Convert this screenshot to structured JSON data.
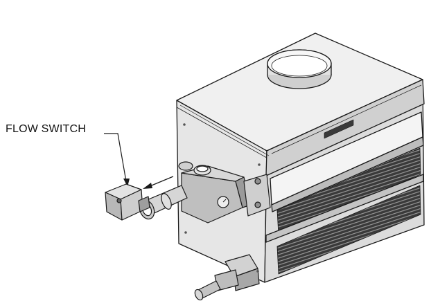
{
  "callout": {
    "label": "FLOW SWITCH"
  },
  "colors": {
    "outline": "#1a1a1a",
    "panel_light": "#ebebeb",
    "panel_mid": "#d4d4d4",
    "panel_dark": "#a9a9a9",
    "vent_dark": "#2b2b2b",
    "pipe": "#c8c8c8"
  },
  "parts": {
    "cabinet": "water-heater-cabinet",
    "flue": "flue-collar",
    "component": "flow-switch",
    "valve": "gas-valve"
  }
}
